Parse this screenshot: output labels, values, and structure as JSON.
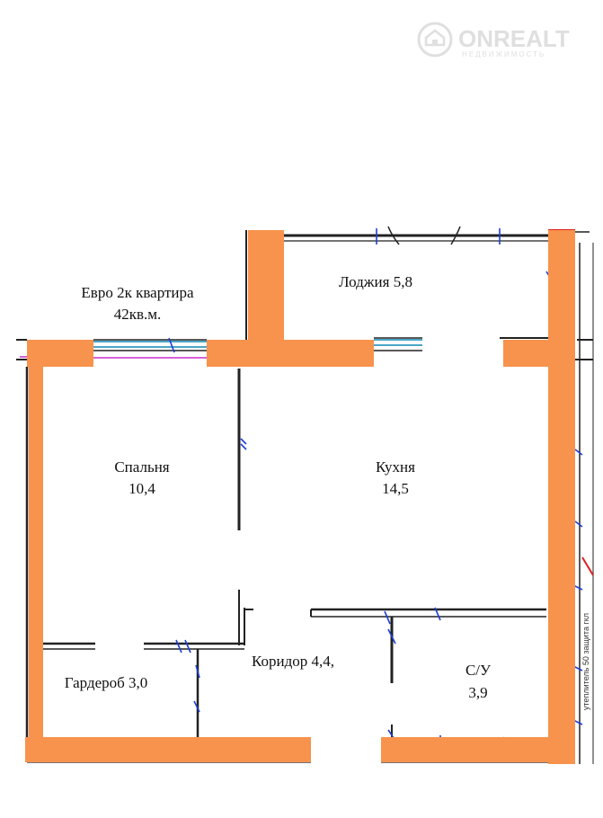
{
  "header": {
    "title_line1": "Евро 2к квартира",
    "title_line2": "42кв.м."
  },
  "rooms": {
    "loggia": "Лоджия 5,8",
    "bedroom_name": "Спальня",
    "bedroom_area": "10,4",
    "kitchen_name": "Кухня",
    "kitchen_area": "14,5",
    "corridor": "Коридор 4,4,",
    "wardrobe": "Гардероб 3,0",
    "bathroom_name": "С/У",
    "bathroom_area": "3,9"
  },
  "side_note": "утеплитель 50 защита гкл",
  "watermark": {
    "brand": "ONREALT",
    "tagline": "НЕДВИЖИМОСТЬ",
    "icon": "house-icon"
  },
  "colors": {
    "wall": "#F7934C",
    "line": "#222222",
    "window": "#4aa6c8",
    "dim": "#1f3fd6",
    "axis": "#c000c0",
    "accent_red": "#e02020",
    "watermark": "#dcdcdc"
  }
}
